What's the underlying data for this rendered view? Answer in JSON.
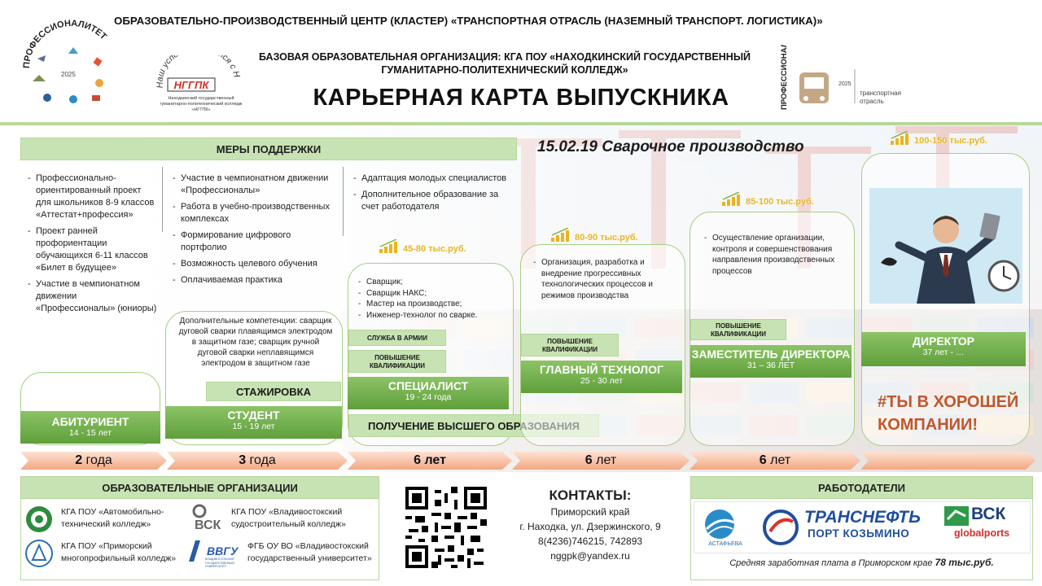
{
  "header": {
    "line1": "ОБРАЗОВАТЕЛЬНО-ПРОИЗВОДСТВЕННЫЙ  ЦЕНТР (КЛАСТЕР) «ТРАНСПОРТНАЯ  ОТРАСЛЬ (НАЗЕМНЫЙ  ТРАНСПОРТ. ЛОГИСТИКА)»",
    "line2": "БАЗОВАЯ ОБРАЗОВАТЕЛЬНАЯ ОРГАНИЗАЦИЯ: КГА ПОУ «НАХОДКИНСКИЙ ГОСУДАРСТВЕННЫЙ ГУМАНИТАРНО-ПОЛИТЕХНИЧЕСКИЙ КОЛЛЕДЖ»",
    "title": "КАРЬЕРНАЯ  КАРТА  ВЫПУСКНИКА"
  },
  "logos": {
    "prof_left_text": "ПРОФЕССИОНАЛИТЕТ",
    "prof_left_year": "2025",
    "college_slogan": "Наш успех начинается с Нас",
    "college_abbr": "НГГПК",
    "college_caption": "Находкинский государственный гуманитарно-политехнический колледж «НГГПК»",
    "prof_right_text": "ПРОФЕССИОНАЛИТЕТ",
    "prof_right_year": "2025",
    "prof_right_sector": "транспортная отрасль"
  },
  "support": {
    "title": "МЕРЫ ПОДДЕРЖКИ",
    "col1": [
      "Профессионально-ориентированный проект для школьников 8-9 классов «Аттестат+профессия»",
      "Проект ранней профориентации обучающихся 6-11 классов «Билет в будущее»",
      "Участие в чемпионатном движении «Профессионалы» (юниоры)"
    ],
    "col2": [
      "Участие в чемпионатном движении «Профессионалы»",
      "Работа в учебно-производственных комплексах",
      "Формирование цифрового портфолио",
      "Возможность целевого обучения",
      "Оплачиваемая практика"
    ],
    "col3": [
      "Адаптация молодых специалистов",
      "Дополнительное образование за счет работодателя"
    ]
  },
  "specialty": "15.02.19 Сварочное производство",
  "stages": {
    "applicant": {
      "name": "АБИТУРИЕНТ",
      "age": "14 - 15 лет"
    },
    "student": {
      "name": "СТУДЕНТ",
      "age": "15 - 19 лет",
      "extra": "Дополнительные компетенции: сварщик дуговой сварки плавящимся электродом в защитном газе; сварщик ручной дуговой сварки неплавящимся электродом в защитном газе",
      "internship": "СТАЖИРОВКА"
    },
    "specialist": {
      "name": "СПЕЦИАЛИСТ",
      "age": "19 - 24 года",
      "salary": "45-80 тыс.руб.",
      "jobs": [
        "Сварщик;",
        "Сварщик НАКС;",
        "Мастер на производстве;",
        "Инженер-технолог по сварке."
      ],
      "army": "СЛУЖБА  В АРМИИ",
      "qual": "ПОВЫШЕНИЕ КВАЛИФИКАЦИИ",
      "higher_ed": "ПОЛУЧЕНИЕ ВЫСШЕГО ОБРАЗОВАНИЯ"
    },
    "chief": {
      "name": "ГЛАВНЫЙ ТЕХНОЛОГ",
      "age": "25 - 30 лет",
      "salary": "80-90 тыс.руб.",
      "duties": [
        "Организация, разработка и внедрение  прогрессивных технологических процессов и режимов производства"
      ],
      "qual": "ПОВЫШЕНИЕ КВАЛИФИКАЦИИ"
    },
    "deputy": {
      "name": "ЗАМЕСТИТЕЛЬ ДИРЕКТОРА",
      "age": "31 – 36 ЛЕТ",
      "salary": "85-100 тыс.руб.",
      "duties": [
        "Осуществление организации, контроля и совершенствования направления  производственных процессов"
      ],
      "qual": "ПОВЫШЕНИЕ КВАЛИФИКАЦИИ"
    },
    "director": {
      "name": "ДИРЕКТОР",
      "age": "37 лет - …",
      "salary": "100-150 тыс.руб."
    }
  },
  "slogan": "#ТЫ В ХОРОШЕЙ КОМПАНИИ!",
  "timeline": [
    {
      "num": "2",
      "unit": "года"
    },
    {
      "num": "3",
      "unit": "года"
    },
    {
      "num": "6",
      "unit": "лет"
    },
    {
      "num": "6",
      "unit": "лет"
    },
    {
      "num": "6",
      "unit": "лет"
    },
    {
      "num": "",
      "unit": ""
    }
  ],
  "orgs": {
    "title": "ОБРАЗОВАТЕЛЬНЫЕ  ОРГАНИЗАЦИИ",
    "org1": "КГА ПОУ «Автомобильно-технический колледж»",
    "org2": "КГА ПОУ «Владивостокский судостроительный колледж»",
    "org3": "КГА ПОУ «Приморский многопрофильный колледж»",
    "org4": "ФГБ ОУ ВО «Владивостокский государственный университет»",
    "vsk_logo": "ВСК",
    "vvgu_logo": "ВВГУ",
    "vvgu_caption": "ВЛАДИВОСТОКСКИЙ ГОСУДАРСТВЕННЫЙ УНИВЕРСИТЕТ"
  },
  "contacts": {
    "title": "КОНТАКТЫ:",
    "region": "Приморский край",
    "address": "г. Находка, ул. Дзержинского, 9",
    "phones": "8(4236)746215,  742893",
    "email": "nggpk@yandex.ru"
  },
  "employers": {
    "title": "РАБОТОДАТЕЛИ",
    "astafyeva": "АСТАФЬЕВА",
    "transneft_top": "ТРАНСНЕФТЬ",
    "transneft_bottom": "ПОРТ КОЗЬМИНО",
    "vsk_top": "ВСК",
    "vsk_bottom": "globalports",
    "note_text": "Средняя заработная плата в Приморском крае ",
    "note_value": "78 тыс.руб."
  },
  "colors": {
    "green_bar": "#6aa84f",
    "light_green": "#c8e3b3",
    "timeline": "#f2a883",
    "slogan": "#c0572a",
    "salary": "#e8b51f"
  }
}
